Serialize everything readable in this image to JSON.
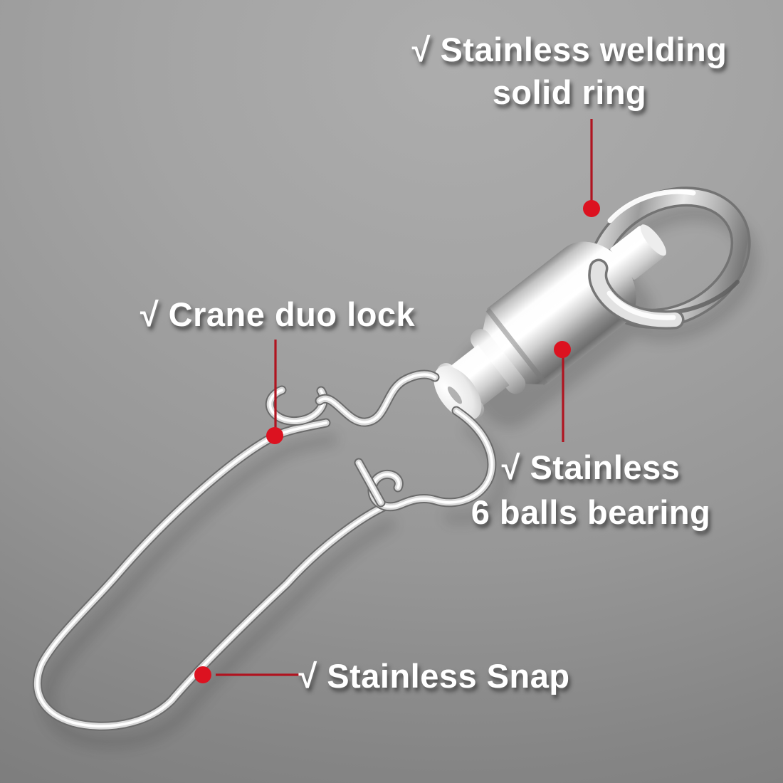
{
  "image": {
    "kind": "product-feature-callout-diagram",
    "subject": "Stainless fishing ball bearing swivel with crane duo lock snap and welded solid ring"
  },
  "colors": {
    "accent_red": "#dc1220",
    "leader_red": "#b01420",
    "text_white": "#ffffff",
    "background_top": "#adadad",
    "background_bottom": "#777777",
    "metal_highlight": "#ffffff",
    "metal_shadow": "#6b6b6b"
  },
  "callouts": [
    {
      "name": "solid-ring",
      "lines": [
        "√ Stainless welding",
        "solid ring"
      ]
    },
    {
      "name": "crane-duo-lock",
      "lines": [
        "√ Crane duo lock"
      ]
    },
    {
      "name": "balls-bearing",
      "lines": [
        "√ Stainless",
        "6 balls bearing"
      ]
    },
    {
      "name": "stainless-snap",
      "lines": [
        "√ Stainless Snap"
      ]
    }
  ]
}
